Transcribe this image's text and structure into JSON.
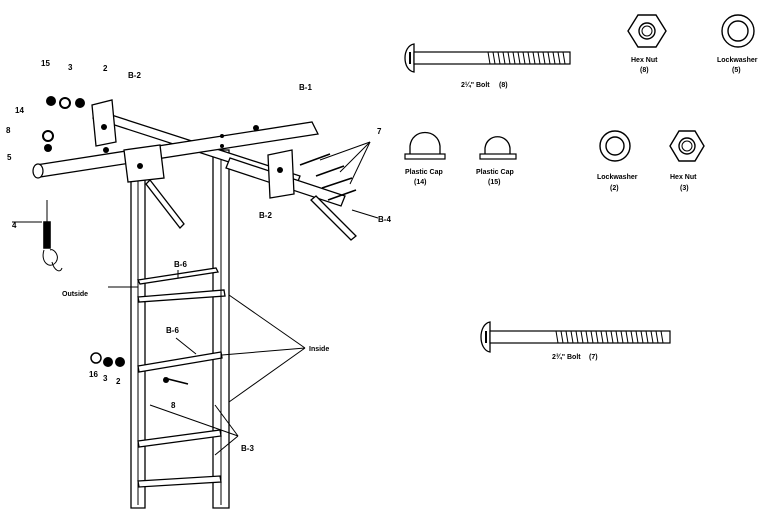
{
  "callouts": {
    "c15_top": "15",
    "c3_top": "3",
    "c2_top": "2",
    "b2_top": "B-2",
    "b1": "B-1",
    "c14": "14",
    "c8_left": "8",
    "c5": "5",
    "c7": "7",
    "c4": "4",
    "b2_mid": "B-2",
    "b4": "B-4",
    "b6_top": "B-6",
    "outside": "Outside",
    "b6_mid": "B-6",
    "inside": "Inside",
    "c16": "16",
    "c3_low": "3",
    "c2_low": "2",
    "c8_low": "8",
    "b3": "B-3"
  },
  "parts": {
    "bolt_short": {
      "name": "2¼\" Bolt",
      "qty": "(8)"
    },
    "hex_nut_a": {
      "name": "Hex Nut",
      "qty": "(8)"
    },
    "lockwasher_a": {
      "name": "Lockwasher",
      "qty": "(5)"
    },
    "plastic_cap_a": {
      "name": "Plastic Cap",
      "qty": "(14)"
    },
    "plastic_cap_b": {
      "name": "Plastic Cap",
      "qty": "(15)"
    },
    "lockwasher_b": {
      "name": "Lockwasher",
      "qty": "(2)"
    },
    "hex_nut_b": {
      "name": "Hex Nut",
      "qty": "(3)"
    },
    "bolt_long": {
      "name": "2¾\" Bolt",
      "qty": "(7)"
    }
  },
  "icons": [
    "bolt-icon",
    "hex-nut-icon",
    "lockwasher-icon",
    "plastic-cap-icon",
    "ladder-assembly-icon"
  ]
}
